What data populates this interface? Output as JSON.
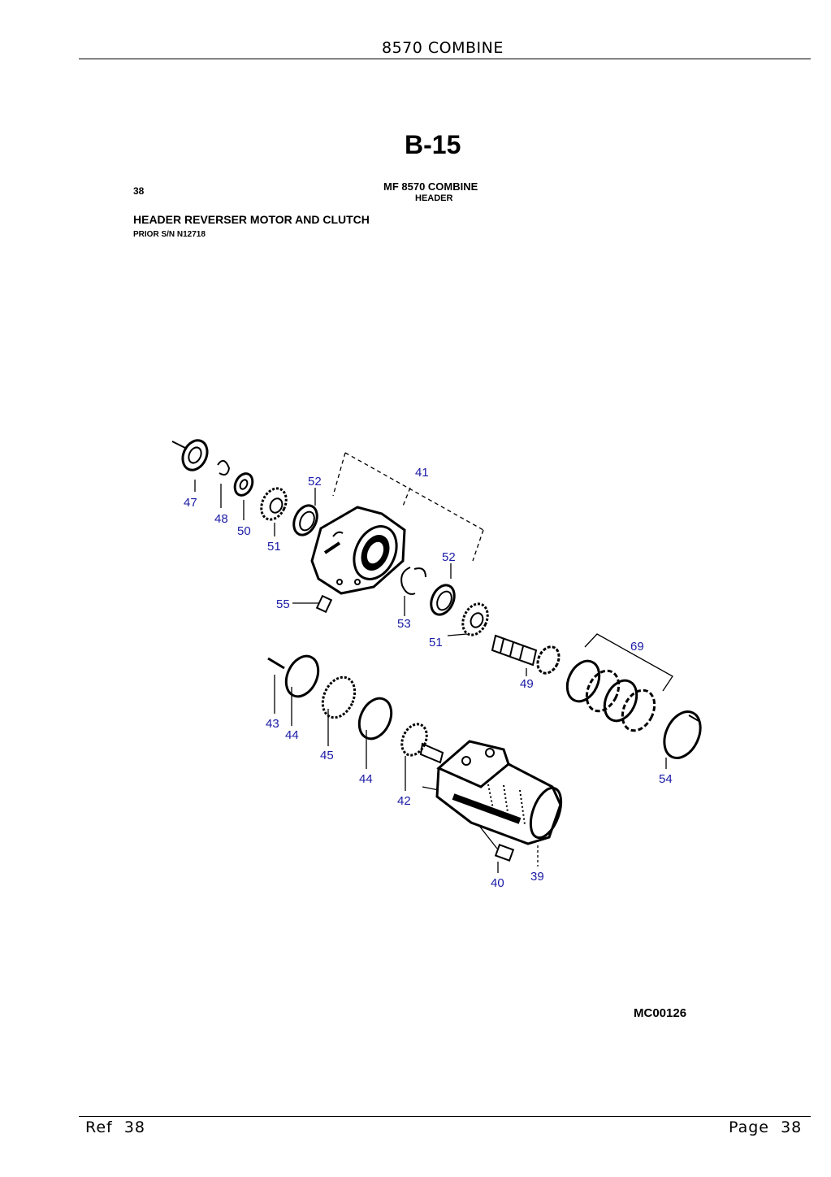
{
  "header": {
    "title": "8570 COMBINE"
  },
  "plate": {
    "code": "B-15",
    "ref_number": "38",
    "model": "MF 8570 COMBINE",
    "group": "HEADER",
    "title": "HEADER REVERSER MOTOR AND CLUTCH",
    "serial_note": "PRIOR S/N N12718",
    "drawing_id": "MC00126"
  },
  "callouts": [
    "41",
    "52",
    "47",
    "48",
    "50",
    "51",
    "52",
    "55",
    "53",
    "51",
    "69",
    "49",
    "43",
    "44",
    "45",
    "44",
    "42",
    "54",
    "40",
    "39"
  ],
  "footer": {
    "ref_label": "Ref",
    "ref_value": "38",
    "page_label": "Page",
    "page_value": "38"
  }
}
